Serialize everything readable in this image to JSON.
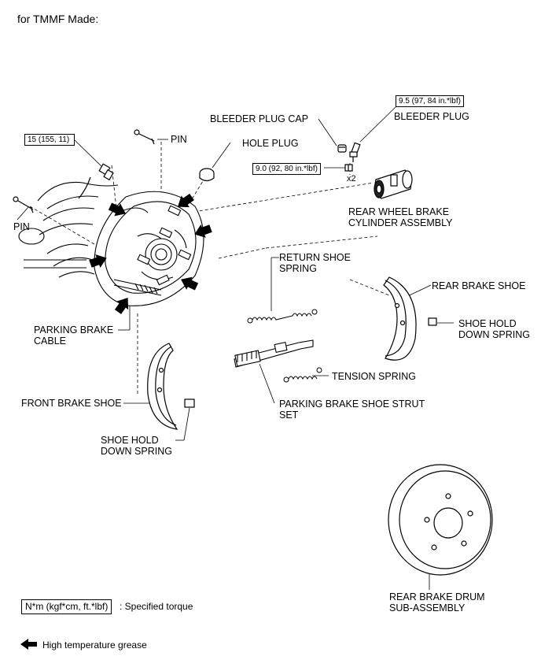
{
  "header": {
    "title": "for TMMF Made:"
  },
  "torques": {
    "bleeder_plug": "9.5 (97, 84 in.*lbf)",
    "cylinder_bolt": "9.0 (92, 80 in.*lbf)",
    "brake_line": "15 (155, 11)"
  },
  "labels": {
    "bleeder_plug_cap": "BLEEDER PLUG CAP",
    "bleeder_plug": "BLEEDER PLUG",
    "x2": "x2",
    "wheel_cyl_1": "REAR WHEEL BRAKE",
    "wheel_cyl_2": "CYLINDER ASSEMBLY",
    "pin_top": "PIN",
    "pin_left": "PIN",
    "hole_plug": "HOLE PLUG",
    "return_spring_1": "RETURN SHOE",
    "return_spring_2": "SPRING",
    "rear_brake_shoe": "REAR BRAKE SHOE",
    "shoe_hold_right_1": "SHOE HOLD",
    "shoe_hold_right_2": "DOWN SPRING",
    "tension_spring": "TENSION SPRING",
    "parking_cable_1": "PARKING BRAKE",
    "parking_cable_2": "CABLE",
    "front_brake_shoe": "FRONT BRAKE SHOE",
    "strut_set_1": "PARKING BRAKE SHOE STRUT",
    "strut_set_2": "SET",
    "shoe_hold_left_1": "SHOE HOLD",
    "shoe_hold_left_2": "DOWN SPRING",
    "drum_1": "REAR BRAKE DRUM",
    "drum_2": "SUB-ASSEMBLY"
  },
  "legend": {
    "torque_unit": "N*m (kgf*cm, ft.*lbf)",
    "torque_desc": ": Specified torque",
    "grease_desc": "High temperature grease",
    "arrow_icon": "grease-arrow-icon"
  }
}
